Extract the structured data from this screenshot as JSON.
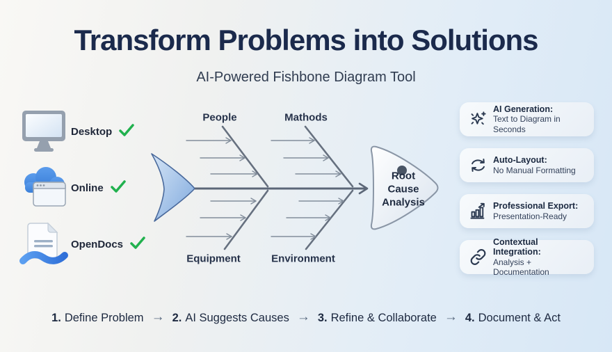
{
  "header": {
    "title": "Transform Problems into Solutions",
    "subtitle": "AI-Powered Fishbone Diagram Tool"
  },
  "platforms": {
    "items": [
      {
        "label": "Desktop",
        "icon": "desktop-monitor-icon",
        "status": "checked"
      },
      {
        "label": "Online",
        "icon": "cloud-browser-icon",
        "status": "checked"
      },
      {
        "label": "OpenDocs",
        "icon": "document-wave-icon",
        "status": "checked"
      }
    ]
  },
  "fishbone": {
    "top_categories": [
      "People",
      "Mathods"
    ],
    "bottom_categories": [
      "Equipment",
      "Environment"
    ],
    "head_label_line1": "Root Cause",
    "head_label_line2": "Analysis",
    "bones_per_category": 3
  },
  "features": {
    "cards": [
      {
        "icon": "sparkle-icon",
        "title": "AI Generation:",
        "description": "Text to Diagram in Seconds"
      },
      {
        "icon": "refresh-arrows-icon",
        "title": "Auto-Layout:",
        "description": "No Manual Formatting"
      },
      {
        "icon": "chart-export-icon",
        "title": "Professional Export:",
        "description": "Presentation-Ready"
      },
      {
        "icon": "link-icon",
        "title": "Contextual Integration:",
        "description": "Analysis + Documentation"
      }
    ]
  },
  "workflow": {
    "arrow": "→",
    "steps": [
      {
        "number": "1.",
        "label": "Define Problem"
      },
      {
        "number": "2.",
        "label": "AI Suggests Causes"
      },
      {
        "number": "3.",
        "label": "Refine & Collaborate"
      },
      {
        "number": "4.",
        "label": "Document & Act"
      }
    ]
  },
  "colors": {
    "title_navy": "#1b2a4c",
    "check_green": "#21b14e",
    "brand_blue": "#4a8fe3",
    "bone_slate": "#5c6778",
    "card_bg": "#eef3f9",
    "background_right": "#d7e7f6"
  }
}
